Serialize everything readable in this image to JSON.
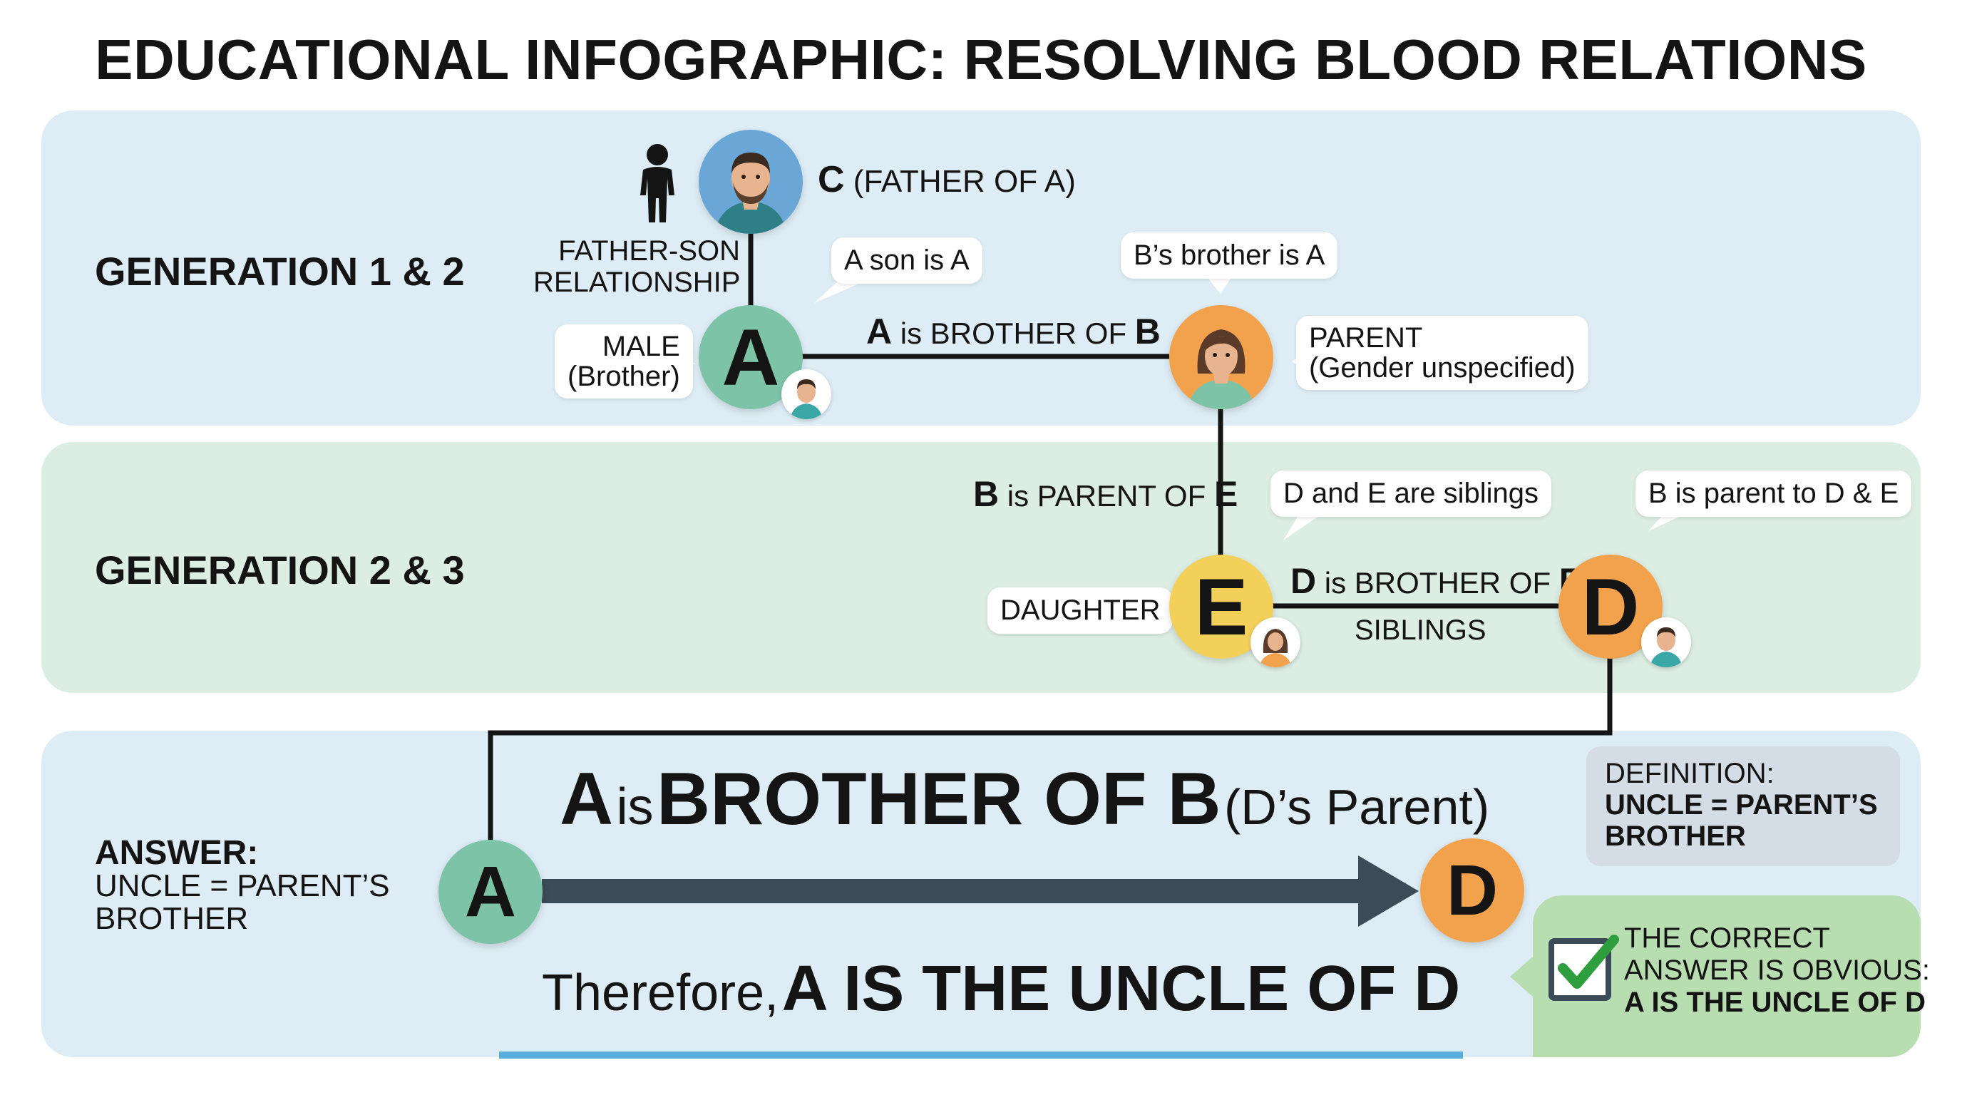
{
  "title": "EDUCATIONAL INFOGRAPHIC: RESOLVING BLOOD RELATIONS",
  "colors": {
    "panel_blue": "#deedf5",
    "panel_green": "#dcede3",
    "node_green": "#7cc3a8",
    "node_orange": "#f2a24c",
    "node_yellow": "#f3d05a",
    "arrow_dark": "#3b4b57",
    "answer_box": "#b8ddb0",
    "underline": "#5aaedb"
  },
  "generation_1_2": {
    "label": "GENERATION 1 & 2",
    "node_c": {
      "letter": "C",
      "caption": "(FATHER OF A)"
    },
    "father_son": {
      "line1": "FATHER-SON",
      "line2": "RELATIONSHIP"
    },
    "node_a": {
      "letter": "A",
      "male_line1": "MALE",
      "male_line2": "(Brother)"
    },
    "a_son_callout": "A son is A",
    "edge_ab": {
      "letter_a": "A",
      "middle": "is BROTHER OF",
      "letter_b": "B"
    },
    "b_brother_callout": "B’s brother is A",
    "node_b": {
      "parent_line1": "PARENT",
      "parent_line2": "(Gender unspecified)"
    }
  },
  "generation_2_3": {
    "label": "GENERATION 2 & 3",
    "edge_be": {
      "letter_b": "B",
      "middle": "is PARENT OF",
      "letter_e": "E"
    },
    "de_callout": "D and E are siblings",
    "b_parent_callout": "B is parent to D & E",
    "node_e": {
      "letter": "E",
      "caption": "DAUGHTER"
    },
    "edge_de": {
      "letter_d": "D",
      "middle": "is BROTHER OF",
      "letter_e": "E",
      "sub": "SIBLINGS"
    },
    "node_d": {
      "letter": "D"
    }
  },
  "answer": {
    "heading": "ANSWER:",
    "line1": "UNCLE = PARENT’S",
    "line2": "BROTHER",
    "node_a": "A",
    "node_d": "D",
    "statement": {
      "a": "A",
      "is": "is",
      "brother": "BROTHER OF B",
      "paren": "(D’s Parent)"
    },
    "therefore": {
      "lead": "Therefore,",
      "main": "A IS THE UNCLE OF D"
    },
    "definition": {
      "line1": "DEFINITION:",
      "line2": "UNCLE = PARENT’S",
      "line3": "BROTHER"
    },
    "correct": {
      "line1": "THE CORRECT",
      "line2": "ANSWER IS OBVIOUS:",
      "line3": "A IS THE UNCLE OF D"
    }
  }
}
